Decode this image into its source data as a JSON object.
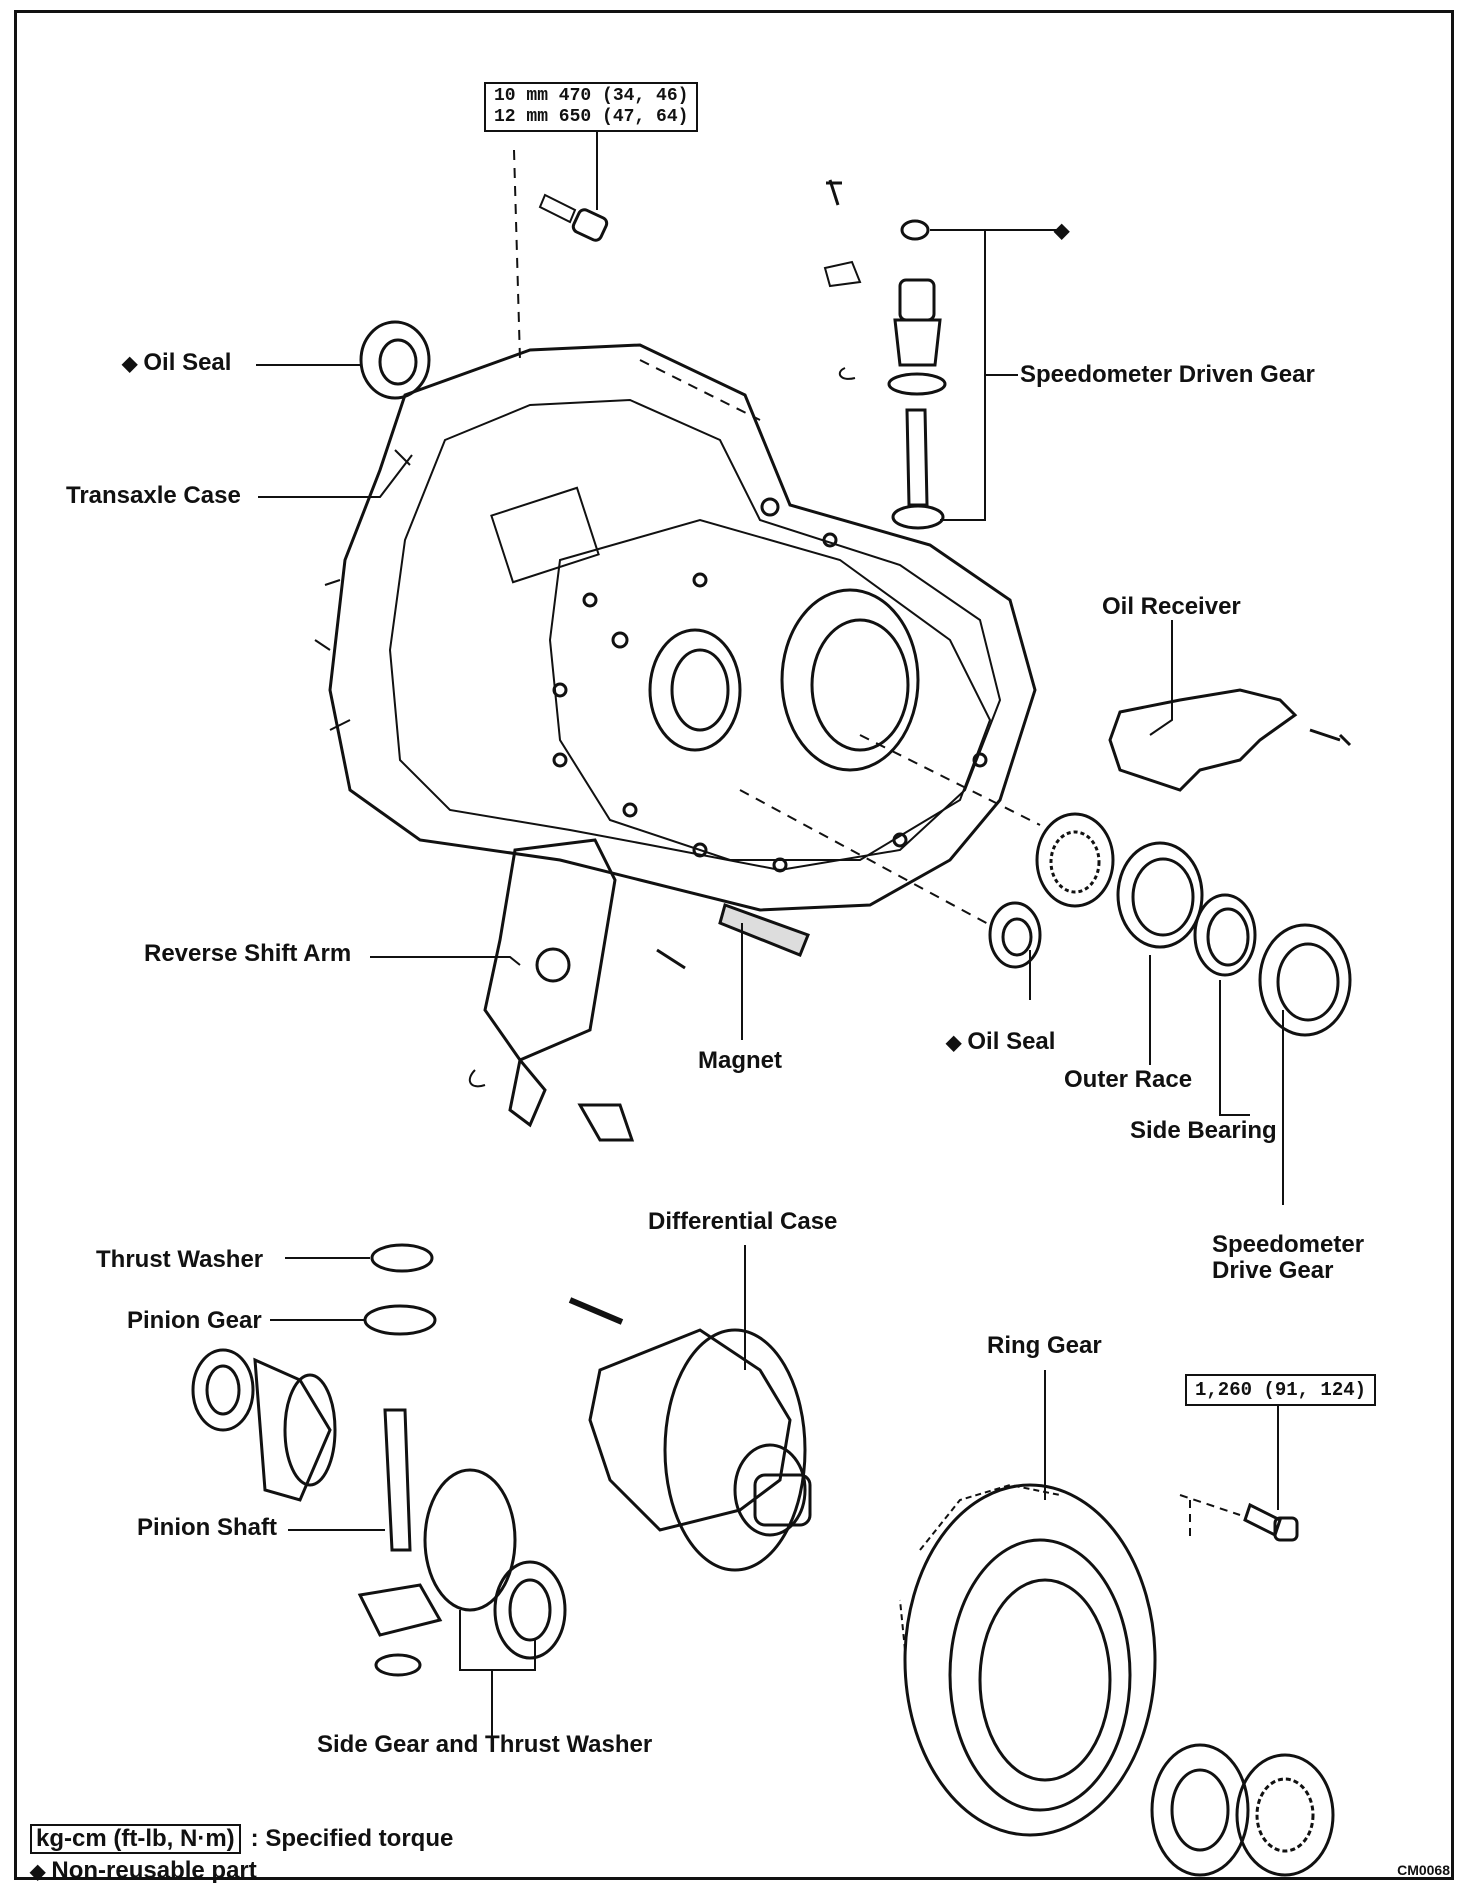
{
  "torque_specs": {
    "bolt_case": [
      "10 mm   470 (34, 46)",
      "12 mm   650 (47, 64)"
    ],
    "ring_gear": "1,260 (91, 124)"
  },
  "labels": {
    "oil_seal_top": "Oil Seal",
    "transaxle_case": "Transaxle Case",
    "speedometer_driven_gear": "Speedometer Driven Gear",
    "oil_receiver": "Oil Receiver",
    "reverse_shift_arm": "Reverse Shift Arm",
    "magnet": "Magnet",
    "oil_seal_bottom": "Oil Seal",
    "outer_race": "Outer Race",
    "side_bearing": "Side Bearing",
    "speedometer_drive_gear_1": "Speedometer",
    "speedometer_drive_gear_2": "Drive Gear",
    "differential_case": "Differential Case",
    "thrust_washer": "Thrust Washer",
    "pinion_gear": "Pinion Gear",
    "ring_gear": "Ring Gear",
    "pinion_shaft": "Pinion Shaft",
    "side_gear_thrust_washer": "Side Gear and Thrust Washer"
  },
  "legend": {
    "torque_box": "kg-cm (ft-lb, N·m)",
    "torque_text": ": Specified torque",
    "nonreusable_symbol": "◆",
    "nonreusable_text": "Non-reusable part"
  },
  "figure_code": "CM0068"
}
